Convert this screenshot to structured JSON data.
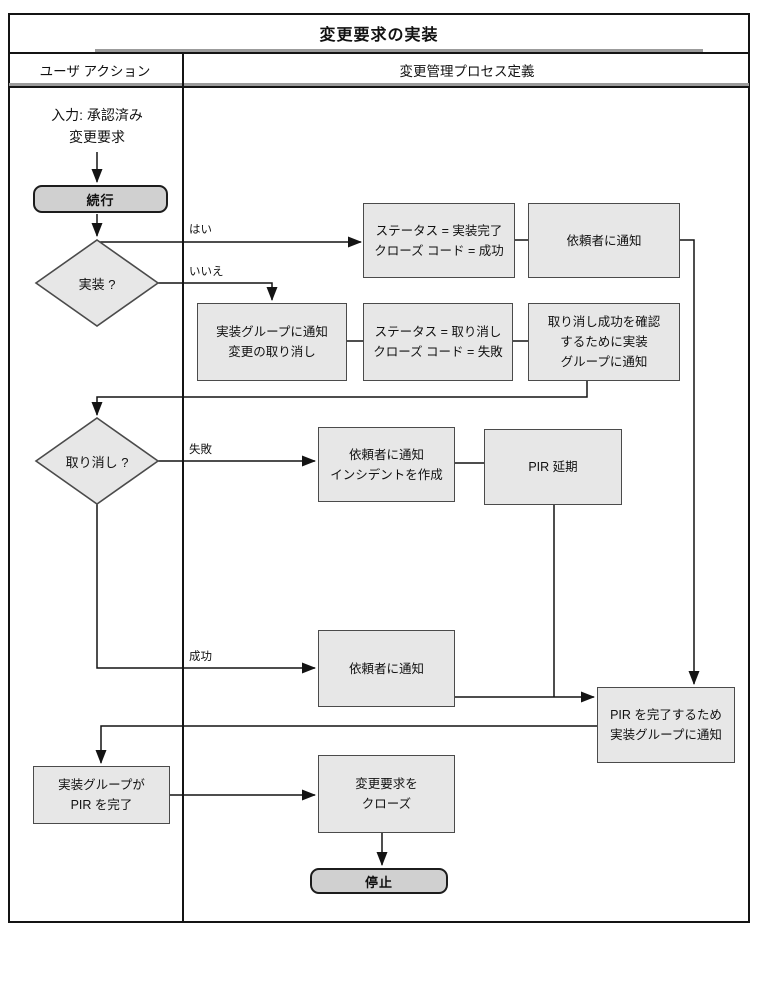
{
  "title": "変更要求の実装",
  "header": {
    "left_column": "ユーザ アクション",
    "right_column": "変更管理プロセス定義"
  },
  "nodes": {
    "input": "入力: 承認済み\n変更要求",
    "start": "続行",
    "decision_implemented": "実装 ?",
    "status_complete": "ステータス = 実装完了\nクローズ コード = 成功",
    "notify_requester_top": "依頼者に通知",
    "notify_impl_group_cancel": "実装グループに通知\n変更の取り消し",
    "status_cancelled": "ステータス = 取り消し\nクローズ コード = 失敗",
    "confirm_cancel_success": "取り消し成功を確認\nするために実装\nグループに通知",
    "decision_cancelled": "取り消し ?",
    "notify_requester_incident": "依頼者に通知\nインシデントを作成",
    "pir_postpone": "PIR 延期",
    "notify_requester_success": "依頼者に通知",
    "notify_pir_complete": "PIR を完了するため\n実装グループに通知",
    "impl_group_pir_done": "実装グループが\nPIR を完了",
    "close_change_request": "変更要求を\nクローズ",
    "stop": "停止"
  },
  "edge_labels": {
    "yes": "はい",
    "no": "いいえ",
    "fail": "失敗",
    "success": "成功"
  },
  "colors": {
    "process_fill": "#e7e7e7",
    "terminator_fill": "#d0d0d0",
    "diamond_fill": "#e7e7e7",
    "line": "#141414",
    "box_border": "#4b4b4b"
  }
}
